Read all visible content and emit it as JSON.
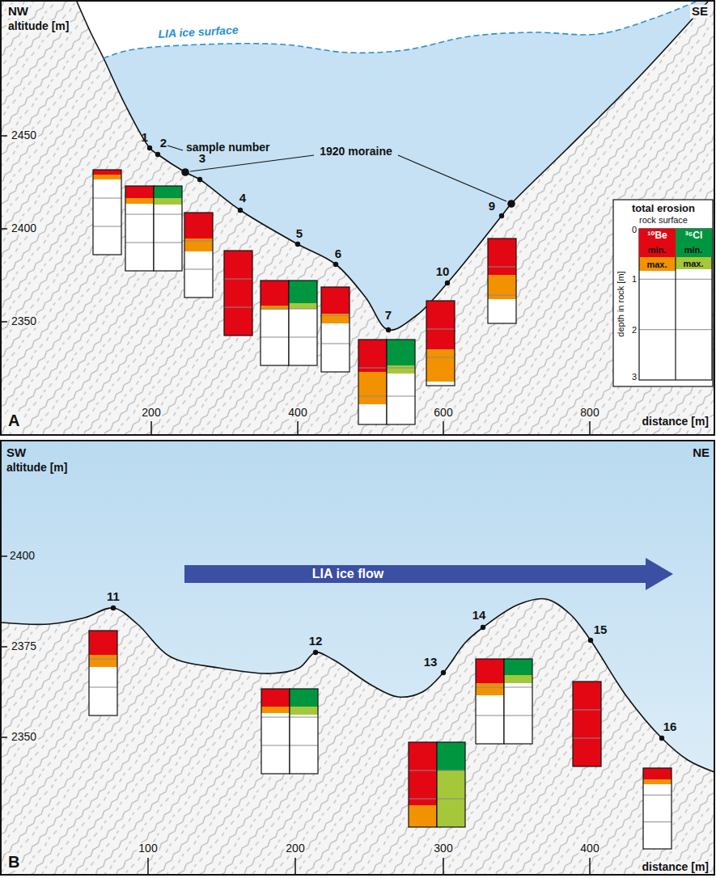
{
  "diagram": {
    "labels": [
      "NW",
      "altitude [m]",
      "SE",
      "LIA ice surface",
      "2450",
      "sample number",
      "1920 moraine",
      "2400",
      "2350",
      "1",
      "2",
      "3",
      "4",
      "5",
      "6",
      "7",
      "9",
      "10",
      "total erosion",
      "rock surface",
      "min.",
      "min.",
      "max.",
      "max.",
      "depth in rock [m]",
      "0",
      "1",
      "2",
      "3",
      "A",
      "200",
      "400",
      "600",
      "800",
      "distance [m]",
      "SW",
      "altitude [m]",
      "NE",
      "2400",
      "LIA ice flow",
      "2375",
      "2350",
      "11",
      "12",
      "13",
      "14",
      "15",
      "16",
      "B",
      "100",
      "200",
      "300",
      "400",
      "distance [m]"
    ],
    "legend": [
      {
        "text": "¹⁰Be",
        "color": "#e30613"
      },
      {
        "text": "³⁶Cl",
        "color": "#009640"
      }
    ]
  }
}
